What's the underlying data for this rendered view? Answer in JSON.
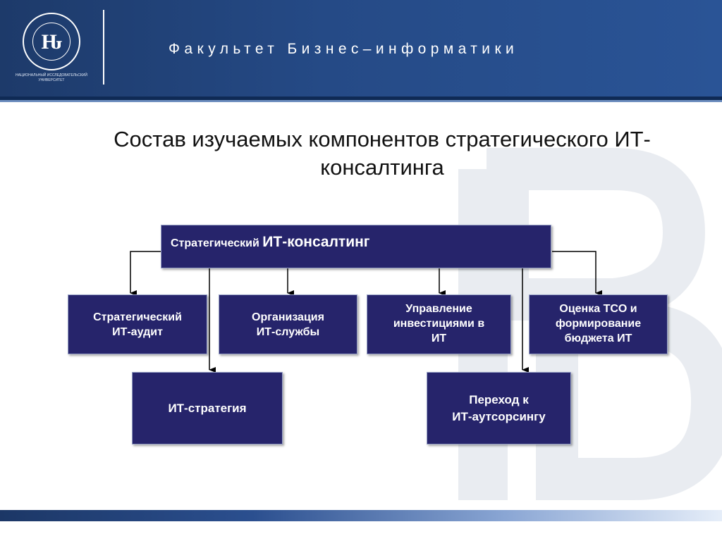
{
  "header": {
    "faculty_title": "Факультет Бизнес–информатики",
    "logo_text": "НАЦИОНАЛЬНЫЙ ИССЛЕДОВАТЕЛЬСКИЙ УНИВЕРСИТЕТ",
    "logo_mark": "Ԋ"
  },
  "slide": {
    "title_line1": "Состав изучаемых компонентов стратегического ИТ-",
    "title_line2": "консалтинга"
  },
  "diagram": {
    "root": {
      "small": "Стратегический ",
      "big": "ИТ-консалтинг"
    },
    "nodes": [
      {
        "id": "audit",
        "label": "Стратегический\nИТ-аудит"
      },
      {
        "id": "org",
        "label": "Организация\nИТ-службы"
      },
      {
        "id": "invest",
        "label": "Управление\nинвестициями в\nИТ"
      },
      {
        "id": "tco",
        "label": "Оценка TCO и\nформирование\nбюджета ИТ"
      },
      {
        "id": "strategy",
        "label": "ИТ-стратегия"
      },
      {
        "id": "outsourcing",
        "label": "Переход к\nИТ-аутсорсингу"
      }
    ]
  },
  "colors": {
    "header": "#254a86",
    "box_fill": "#26246b",
    "box_border": "#9aa4c8",
    "text_dark": "#111111"
  }
}
